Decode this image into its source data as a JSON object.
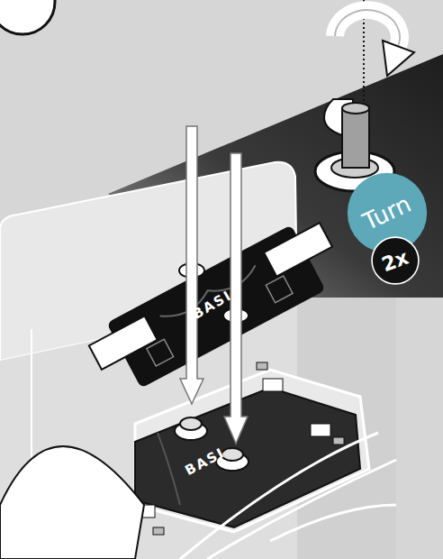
{
  "diagram": {
    "nodes": [
      {
        "text": [
          "Turn"
        ]
      },
      {
        "text": [
          "2x"
        ]
      }
    ],
    "labels": [
      "BASI",
      "BASI"
    ]
  }
}
